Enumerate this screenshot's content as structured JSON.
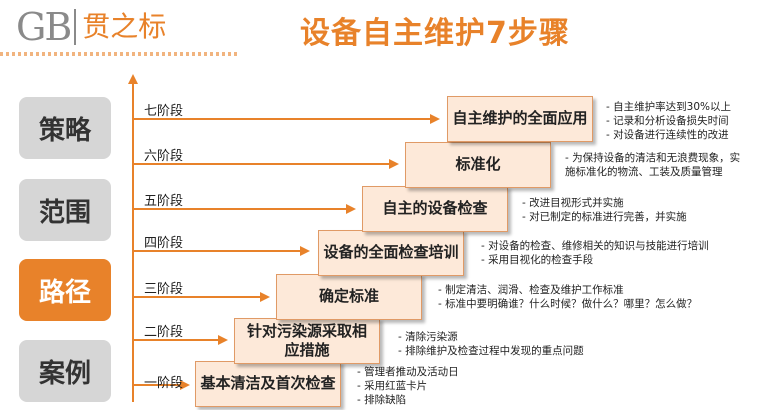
{
  "logo": {
    "latin": "GB",
    "chinese": "贯之标"
  },
  "title": "设备自主维护7步骤",
  "side_nav": [
    {
      "label": "策略",
      "active": false
    },
    {
      "label": "范围",
      "active": false
    },
    {
      "label": "路径",
      "active": true
    },
    {
      "label": "案例",
      "active": false
    }
  ],
  "colors": {
    "accent": "#e8822a",
    "step_fill": "#fde9d9",
    "inactive": "#d6d6d6"
  },
  "stages": [
    {
      "stage": "一阶段",
      "name": "基本清洁及首次检查",
      "notes": [
        "管理者推动及活动日",
        "采用红蓝卡片",
        "排除缺陷"
      ]
    },
    {
      "stage": "二阶段",
      "name": "针对污染源采取相应措施",
      "notes": [
        "清除污染源",
        "排除维护及检查过程中发现的重点问题"
      ]
    },
    {
      "stage": "三阶段",
      "name": "确定标准",
      "notes": [
        "制定清洁、润滑、检查及维护工作标准",
        "标准中要明确谁？什么时候？做什么？哪里？怎么做？"
      ]
    },
    {
      "stage": "四阶段",
      "name": "设备的全面检查培训",
      "notes": [
        "对设备的检查、维修相关的知识与技能进行培训",
        "采用目视化的检查手段"
      ]
    },
    {
      "stage": "五阶段",
      "name": "自主的设备检查",
      "notes": [
        "改进目视形式并实施",
        "对已制定的标准进行完善，并实施"
      ]
    },
    {
      "stage": "六阶段",
      "name": "标准化",
      "notes": [
        "为保持设备的清洁和无浪费现象，实施标准化的物流、工装及质量管理"
      ]
    },
    {
      "stage": "七阶段",
      "name": "自主维护的全面应用",
      "notes": [
        "自主维护率达到30%以上",
        "记录和分析设备损失时间",
        "对设备进行连续性的改进"
      ]
    }
  ]
}
